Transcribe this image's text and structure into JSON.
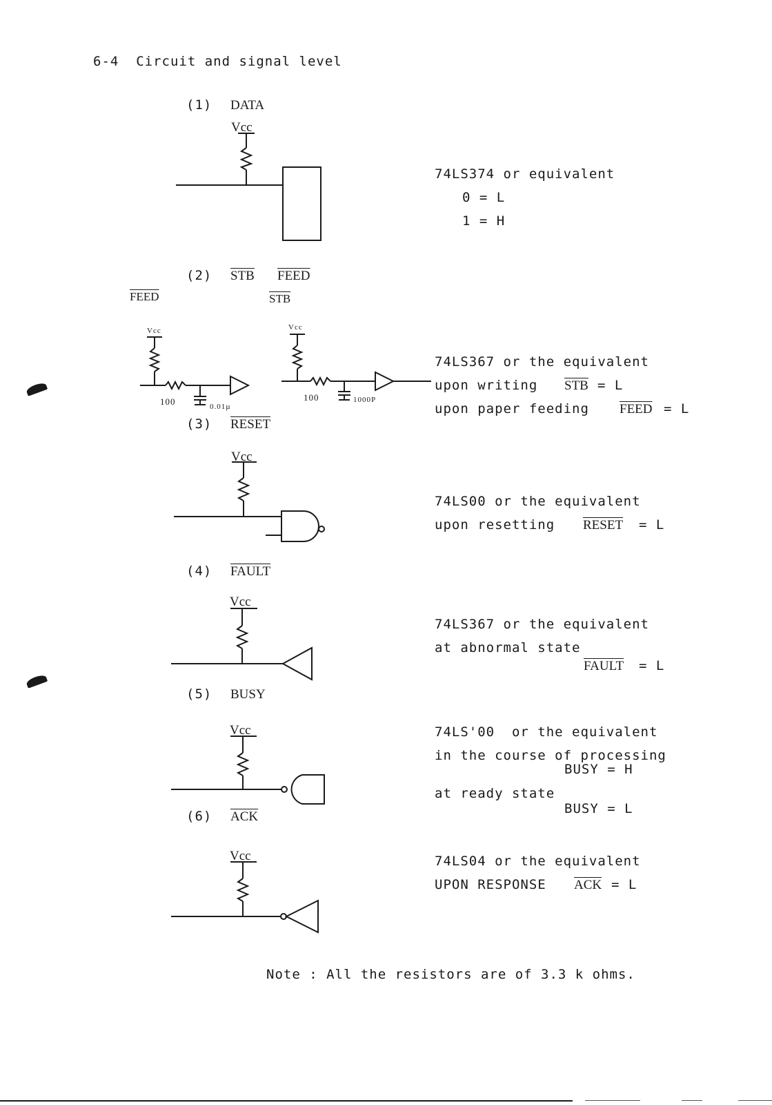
{
  "section_title": "6-4  Circuit and signal level",
  "sections": [
    {
      "num": "(1)",
      "label": "DATA",
      "label_overline": false,
      "vcc": "Vcc",
      "notes": [
        "74LS374 or equivalent",
        "0 = L",
        "1 = H"
      ]
    },
    {
      "num": "(2)",
      "labels": [
        "STB",
        "FEED"
      ],
      "label_overline": true,
      "sub_left": "FEED",
      "sub_right": "STB",
      "vcc_left": "Vcc",
      "vcc_right": "Vcc",
      "resistor_left": "100",
      "cap_left": "0.01µ",
      "resistor_right": "100",
      "cap_right": "1000P",
      "notes": [
        "74LS367 or the equivalent",
        "upon writing",
        "STB",
        "= L",
        "upon paper feeding",
        "FEED",
        "= L"
      ]
    },
    {
      "num": "(3)",
      "label": "RESET",
      "label_overline": true,
      "vcc": "Vcc",
      "notes": [
        "74LS00 or the equivalent",
        "upon resetting",
        "RESET",
        "= L"
      ]
    },
    {
      "num": "(4)",
      "label": "FAULT",
      "label_overline": true,
      "vcc": "Vcc",
      "notes": [
        "74LS367 or the equivalent",
        "at abnormal state",
        "FAULT",
        "= L"
      ]
    },
    {
      "num": "(5)",
      "label": "BUSY",
      "label_overline": false,
      "vcc": "Vcc",
      "notes": [
        "74LS'00  or the equivalent",
        "in the course of processing",
        "BUSY = H",
        "at ready state",
        "BUSY = L"
      ]
    },
    {
      "num": "(6)",
      "label": "ACK",
      "label_overline": true,
      "vcc": "Vcc",
      "notes": [
        "74LS04 or the equivalent",
        "UPON RESPONSE",
        "ACK",
        "= L"
      ]
    }
  ],
  "footnote": "Note : All the resistors are of 3.3 k ohms."
}
